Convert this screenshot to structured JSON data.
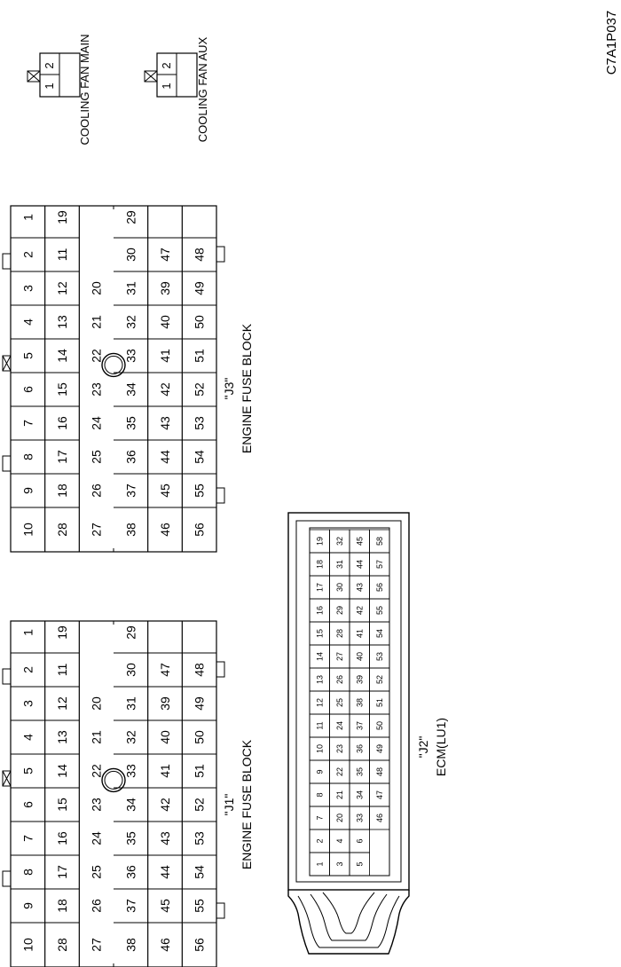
{
  "figure_id": "C7A1P037",
  "fuse_block_j1": {
    "connector_id": "\"J1\"",
    "name": "ENGINE FUSE BLOCK",
    "rows": [
      [
        "10",
        "9",
        "8",
        "7",
        "6",
        "5",
        "4",
        "3",
        "2",
        "1"
      ],
      [
        "28",
        "18",
        "17",
        "16",
        "15",
        "14",
        "13",
        "12",
        "11",
        "19"
      ],
      [
        "27",
        "26",
        "25",
        "24",
        "23",
        "22",
        "21",
        "20"
      ],
      [
        "38",
        "37",
        "36",
        "35",
        "34",
        "33",
        "32",
        "31",
        "30",
        "29"
      ],
      [
        "46",
        "45",
        "44",
        "43",
        "42",
        "41",
        "40",
        "39",
        "47"
      ],
      [
        "56",
        "55",
        "54",
        "53",
        "52",
        "51",
        "50",
        "49",
        "48"
      ]
    ]
  },
  "fuse_block_j3": {
    "connector_id": "\"J3\"",
    "name": "ENGINE FUSE BLOCK",
    "rows": [
      [
        "10",
        "9",
        "8",
        "7",
        "6",
        "5",
        "4",
        "3",
        "2",
        "1"
      ],
      [
        "28",
        "18",
        "17",
        "16",
        "15",
        "14",
        "13",
        "12",
        "11",
        "19"
      ],
      [
        "27",
        "26",
        "25",
        "24",
        "23",
        "22",
        "21",
        "20"
      ],
      [
        "38",
        "37",
        "36",
        "35",
        "34",
        "33",
        "32",
        "31",
        "30",
        "29"
      ],
      [
        "46",
        "45",
        "44",
        "43",
        "42",
        "41",
        "40",
        "39",
        "47"
      ],
      [
        "56",
        "55",
        "54",
        "53",
        "52",
        "51",
        "50",
        "49",
        "48"
      ]
    ]
  },
  "ecm_connector": {
    "connector_id": "\"J2\"",
    "name": "ECM(LU1)",
    "rows": [
      [
        "1",
        "2",
        "7",
        "8",
        "9",
        "10",
        "11",
        "12",
        "13",
        "14",
        "15",
        "16",
        "17",
        "18",
        "19"
      ],
      [
        "3",
        "4",
        "20",
        "21",
        "22",
        "23",
        "24",
        "25",
        "26",
        "27",
        "28",
        "29",
        "30",
        "31",
        "32"
      ],
      [
        "5",
        "6",
        "33",
        "34",
        "35",
        "36",
        "37",
        "38",
        "39",
        "40",
        "41",
        "42",
        "43",
        "44",
        "45"
      ],
      [
        "46",
        "47",
        "48",
        "49",
        "50",
        "51",
        "52",
        "53",
        "54",
        "55",
        "56",
        "57",
        "58"
      ]
    ]
  },
  "cooling_fan_main": {
    "name": "COOLING FAN MAIN",
    "pins": [
      "1",
      "2"
    ]
  },
  "cooling_fan_aux": {
    "name": "COOLING FAN AUX",
    "pins": [
      "1",
      "2"
    ]
  }
}
